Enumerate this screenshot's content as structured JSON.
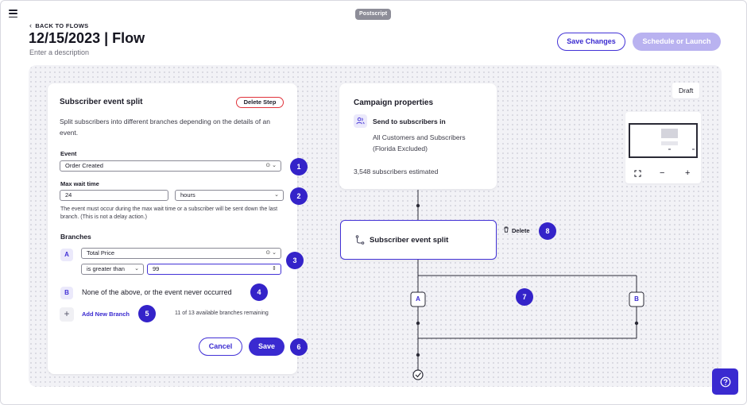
{
  "brand": "Postscript",
  "header": {
    "back_label": "BACK TO FLOWS",
    "title": "12/15/2023 | Flow",
    "description_placeholder": "Enter a description",
    "save_changes_label": "Save Changes",
    "schedule_label": "Schedule or Launch"
  },
  "editor": {
    "title": "Subscriber event split",
    "delete_step_label": "Delete Step",
    "description": "Split subscribers into different branches depending on the details of an event.",
    "event_label": "Event",
    "event_value": "Order Created",
    "max_wait_label": "Max wait time",
    "max_wait_value": "24",
    "max_wait_unit": "hours",
    "wait_helper": "The event must occur during the max wait time or a subscriber will be sent down the last branch. (This is not a delay action.)",
    "branches_label": "Branches",
    "branch_a": {
      "chip": "A",
      "property": "Total Price",
      "operator": "is greater than",
      "value": "99"
    },
    "branch_b": {
      "chip": "B",
      "text": "None of the above, or the event never occurred"
    },
    "add_branch_label": "Add New Branch",
    "branches_remaining": "11 of 13 available branches remaining",
    "cancel_label": "Cancel",
    "save_label": "Save"
  },
  "markers": [
    "1",
    "2",
    "3",
    "4",
    "5",
    "6",
    "7",
    "8"
  ],
  "campaign": {
    "title": "Campaign properties",
    "send_to_label": "Send to subscribers in",
    "audience_line1": "All Customers and Subscribers",
    "audience_line2": "(Florida Excluded)",
    "estimate": "3,548 subscribers estimated"
  },
  "split_node": {
    "label": "Subscriber event split",
    "delete_label": "Delete"
  },
  "branch_tags": [
    "A",
    "B"
  ],
  "status_badge": "Draft",
  "colors": {
    "accent": "#3a2ad0",
    "accent_light": "#b9b2f0",
    "danger": "#e0323a",
    "canvas": "#f2f2f6"
  }
}
